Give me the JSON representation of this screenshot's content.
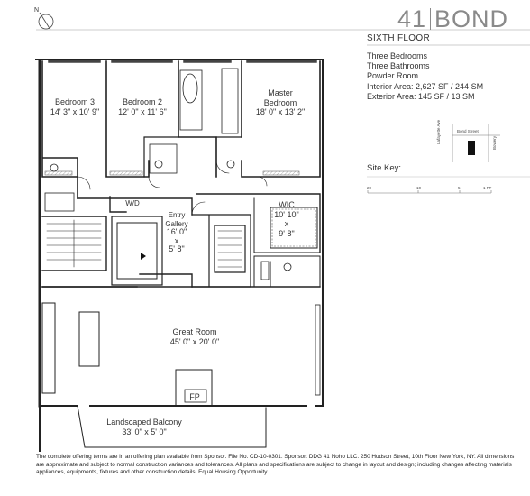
{
  "brand": {
    "number": "41",
    "name": "BOND"
  },
  "floor_label": "SIXTH FLOOR",
  "specs": [
    "Three Bedrooms",
    "Three Bathrooms",
    "Powder Room",
    "Interior Area: 2,627 SF / 244 SM",
    "Exterior Area: 145 SF / 13 SM"
  ],
  "site_key": {
    "title": "Site Key:",
    "streets": {
      "bond": "Bond Street",
      "lafayette": "Lafayette Ave",
      "bowery": "Bowery"
    },
    "scale": [
      "20",
      "10",
      "5",
      "1 FT"
    ]
  },
  "compass": "N",
  "rooms": {
    "bedroom3": {
      "name": "Bedroom 3",
      "dims": "14' 3\" x 10' 9\""
    },
    "bedroom2": {
      "name": "Bedroom 2",
      "dims": "12' 0\" x 11' 6\""
    },
    "master": {
      "name1": "Master",
      "name2": "Bedroom",
      "dims": "18' 0\" x 13' 2\""
    },
    "wic": {
      "name": "WIC",
      "dims1": "10' 10\"",
      "x": "x",
      "dims2": "9' 8\""
    },
    "gallery": {
      "name1": "Entry",
      "name2": "Gallery",
      "dims1": "16' 0\"",
      "x": "x",
      "dims2": "5' 8\""
    },
    "wd": {
      "name": "W/D"
    },
    "great_room": {
      "name": "Great Room",
      "dims": "45' 0\" x 20' 0\""
    },
    "fp": {
      "name": "FP"
    },
    "balcony": {
      "name": "Landscaped Balcony",
      "dims": "33' 0\" x 5' 0\""
    }
  },
  "footer": "The complete offering terms are in an offering plan available from Sponsor. File No. CD-10-0301. Sponsor: DDG 41 Noho LLC. 250 Hudson Street, 10th Floor New York, NY. All dimensions are approximate and subject to normal construction variances and tolerances. All plans and specifications are subject to change in layout and design; including changes affecting materials appliances, equipments, fixtures and other construction details. Equal Housing Opportunity."
}
